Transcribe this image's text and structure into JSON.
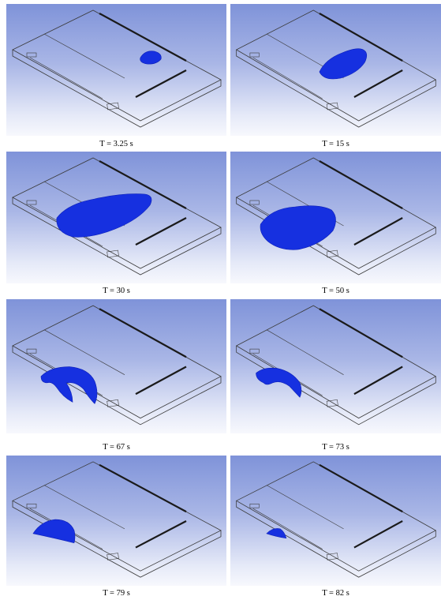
{
  "colors": {
    "background_top": "#7f93d9",
    "background_bottom": "#f7f8fd",
    "plume": "#1630e0",
    "plume_edge": "#0d20b8",
    "wireframe": "#3a3a3a"
  },
  "panels": [
    {
      "caption": "T = 3.25 s",
      "plume_shape": "small-blob"
    },
    {
      "caption": "T = 15 s",
      "plume_shape": "elongated-cloud"
    },
    {
      "caption": "T = 30 s",
      "plume_shape": "large-cloud"
    },
    {
      "caption": "T = 50 s",
      "plume_shape": "large-mass"
    },
    {
      "caption": "T = 67 s",
      "plume_shape": "arch"
    },
    {
      "caption": "T = 73 s",
      "plume_shape": "small-arch"
    },
    {
      "caption": "T = 79 s",
      "plume_shape": "half-dome"
    },
    {
      "caption": "T = 82 s",
      "plume_shape": "small-sliver"
    }
  ]
}
